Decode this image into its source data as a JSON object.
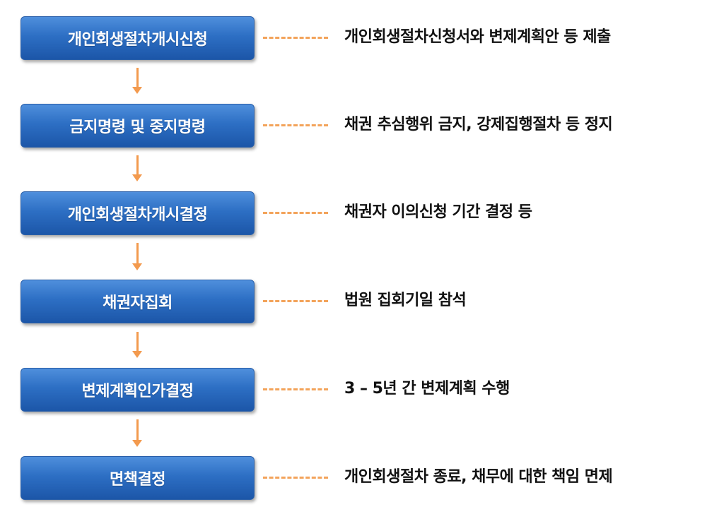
{
  "colors": {
    "box_fill": "#2d6fc4",
    "box_text": "#ffffff",
    "connector": "#f39a4e",
    "description_text": "#111111"
  },
  "steps": [
    {
      "label": "개인회생절차개시신청",
      "description": "개인회생절차신청서와 변제계획안 등 제출"
    },
    {
      "label": "금지명령 및 중지명령",
      "description": "채권 추심행위 금지, 강제집행절차 등 정지"
    },
    {
      "label": "개인회생절차개시결정",
      "description": "채권자 이의신청 기간 결정 등"
    },
    {
      "label": "채권자집회",
      "description": "법원 집회기일 참석"
    },
    {
      "label": "변제계획인가결정",
      "description": "3 – 5년 간 변제계획 수행"
    },
    {
      "label": "면책결정",
      "description": "개인회생절차 종료, 채무에 대한 책임 면제"
    }
  ]
}
